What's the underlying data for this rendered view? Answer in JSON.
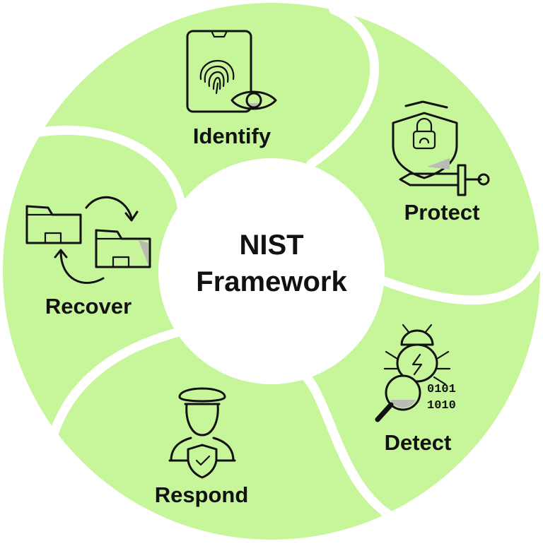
{
  "center": {
    "line1": "NIST",
    "line2": "Framework"
  },
  "segments": [
    {
      "id": "identify",
      "label": "Identify",
      "icon": "fingerprint-phone-eye-icon"
    },
    {
      "id": "protect",
      "label": "Protect",
      "icon": "shield-lock-sword-icon"
    },
    {
      "id": "detect",
      "label": "Detect",
      "icon": "bug-magnifier-binary-icon",
      "binary": [
        "0101",
        "1010"
      ]
    },
    {
      "id": "respond",
      "label": "Respond",
      "icon": "officer-shield-icon"
    },
    {
      "id": "recover",
      "label": "Recover",
      "icon": "folder-cycle-icon"
    }
  ],
  "colors": {
    "segment": "#c7f59a",
    "gap": "#ffffff",
    "ink": "#111111",
    "shade": "#b9bcb5"
  }
}
